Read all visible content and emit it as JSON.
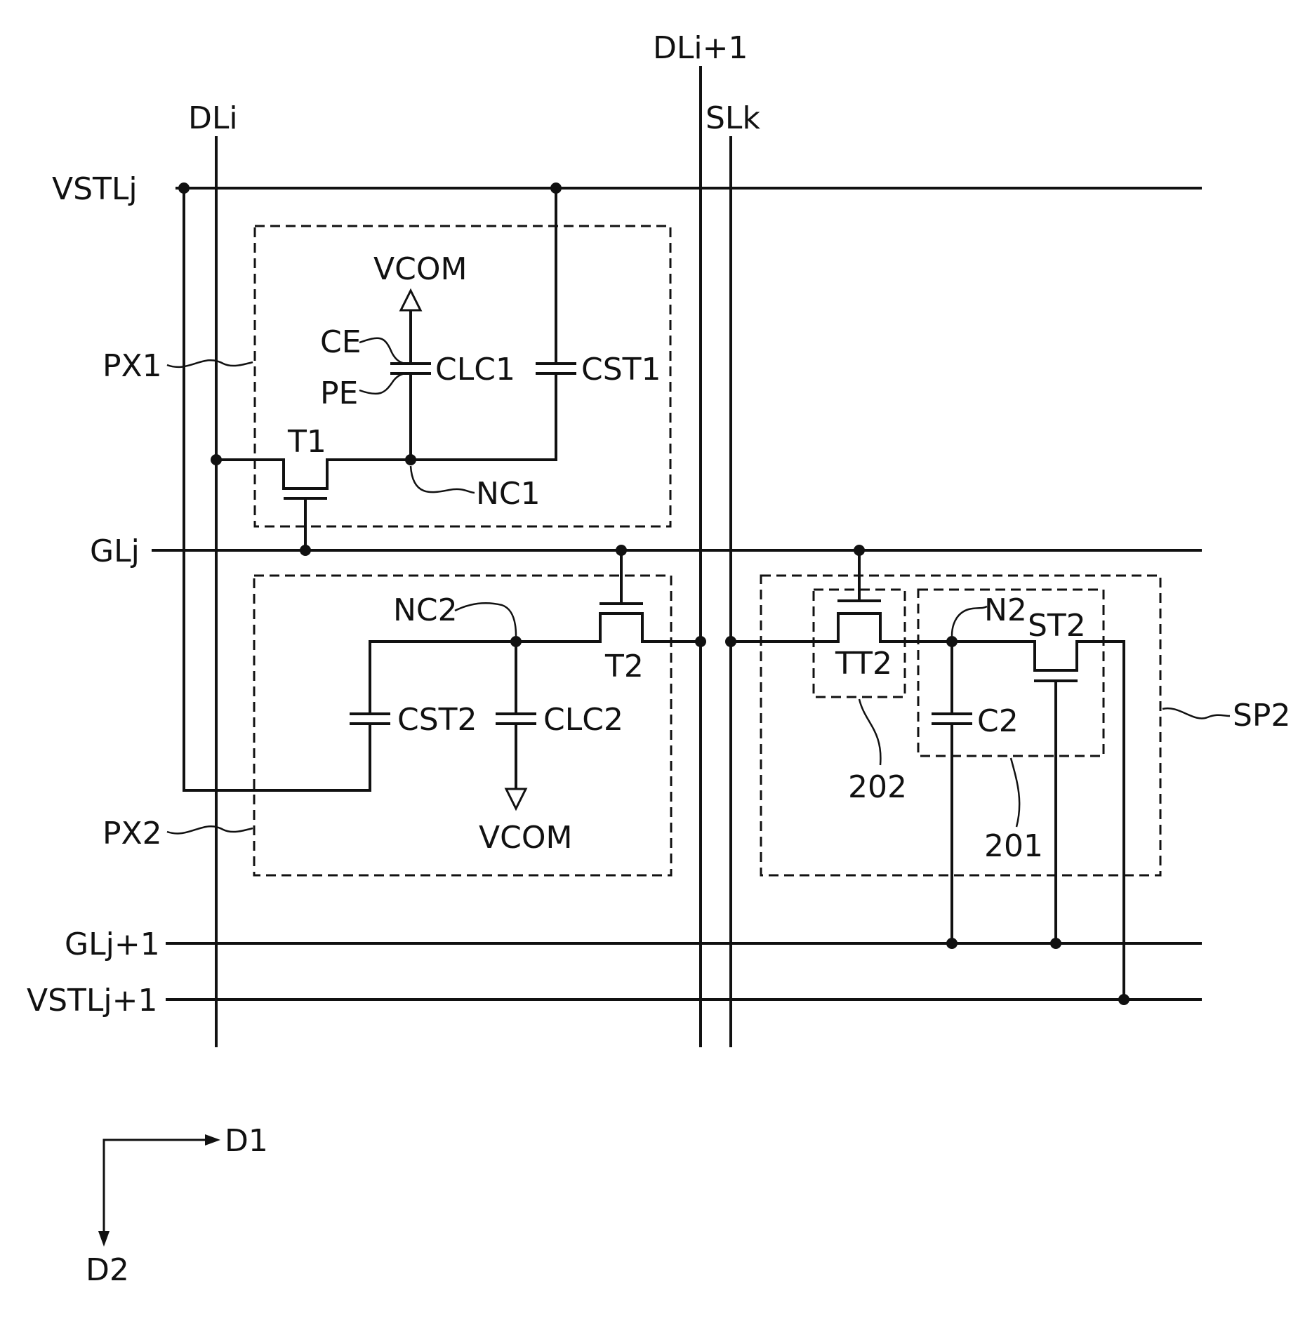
{
  "labels": {
    "dl_i": "DLi",
    "dl_i1": "DLi+1",
    "sl_k": "SLk",
    "vstl_j": "VSTLj",
    "gl_j": "GLj",
    "gl_j1": "GLj+1",
    "vstl_j1": "VSTLj+1",
    "px1": "PX1",
    "px2": "PX2",
    "sp2": "SP2",
    "vcom_top": "VCOM",
    "vcom_bottom": "VCOM",
    "ce": "CE",
    "pe": "PE",
    "clc1": "CLC1",
    "cst1": "CST1",
    "t1": "T1",
    "nc1": "NC1",
    "nc2": "NC2",
    "t2": "T2",
    "cst2": "CST2",
    "clc2": "CLC2",
    "tt2": "TT2",
    "n2": "N2",
    "st2": "ST2",
    "c2": "C2",
    "ref_202": "202",
    "ref_201": "201",
    "d1": "D1",
    "d2": "D2"
  }
}
